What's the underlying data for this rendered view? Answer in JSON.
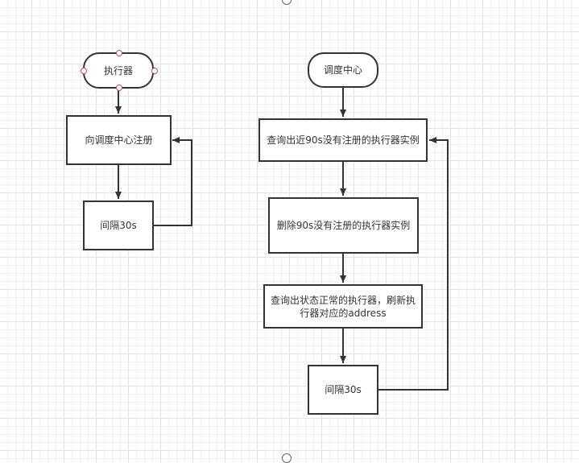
{
  "left_flow": {
    "start": "执行器",
    "register": "向调度中心注册",
    "wait": "间隔30s"
  },
  "right_flow": {
    "start": "调度中心",
    "query_recent": "查询出近90s没有注册的执行器实例",
    "delete": "删除90s没有注册的执行器实例",
    "refresh_line1": "查询出状态正常的执行器，刷新执",
    "refresh_line2": "行器对应的address",
    "wait": "间隔30s"
  },
  "colors": {
    "stroke": "#333333",
    "selection_handle": "#c0504d"
  }
}
